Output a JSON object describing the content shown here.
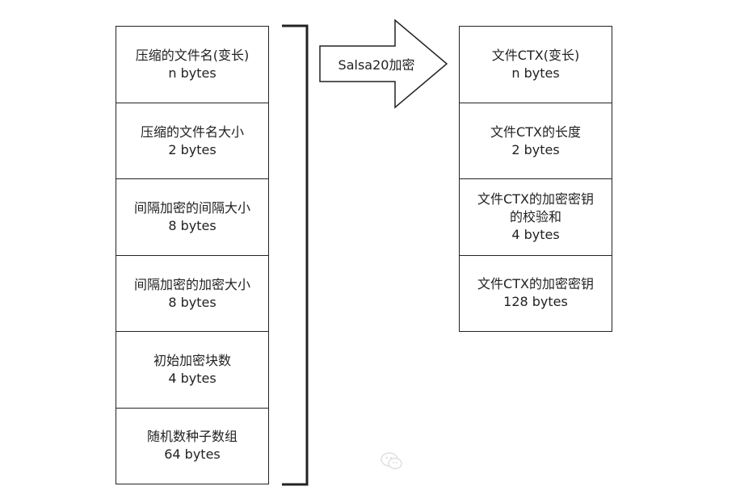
{
  "left_stack": {
    "cells": [
      {
        "name": "压缩的文件名(变长)",
        "size": "n bytes"
      },
      {
        "name": "压缩的文件名大小",
        "size": "2 bytes"
      },
      {
        "name": "间隔加密的间隔大小",
        "size": "8 bytes"
      },
      {
        "name": "间隔加密的加密大小",
        "size": "8 bytes"
      },
      {
        "name": "初始加密块数",
        "size": "4 bytes"
      },
      {
        "name": "随机数种子数组",
        "size": "64 bytes"
      }
    ]
  },
  "arrow": {
    "label": "Salsa20加密"
  },
  "right_stack": {
    "cells": [
      {
        "name": "文件CTX(变长)",
        "size": "n bytes"
      },
      {
        "name": "文件CTX的长度",
        "size": "2 bytes"
      },
      {
        "name_line1": "文件CTX的加密密钥",
        "name_line2": "的校验和",
        "size": "4 bytes"
      },
      {
        "name": "文件CTX的加密密钥",
        "size": "128 bytes"
      }
    ]
  },
  "icons": {
    "watermark": "wechat-watermark-icon"
  }
}
